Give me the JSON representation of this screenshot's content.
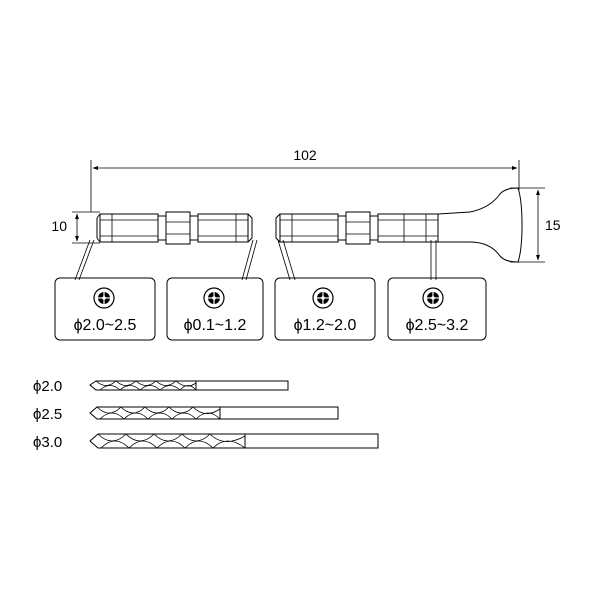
{
  "dimensions": {
    "overall_length": "102",
    "chuck_height": "10",
    "handle_height": "15"
  },
  "chucks": [
    {
      "label": "ϕ2.0~2.5"
    },
    {
      "label": "ϕ0.1~1.2"
    },
    {
      "label": "ϕ1.2~2.0"
    },
    {
      "label": "ϕ2.5~3.2"
    }
  ],
  "drill_bits": [
    {
      "label": "ϕ2.0",
      "value": 2.0
    },
    {
      "label": "ϕ2.5",
      "value": 2.5
    },
    {
      "label": "ϕ3.0",
      "value": 3.0
    }
  ],
  "icons": {
    "chuck_face": "chuck-face-icon"
  }
}
